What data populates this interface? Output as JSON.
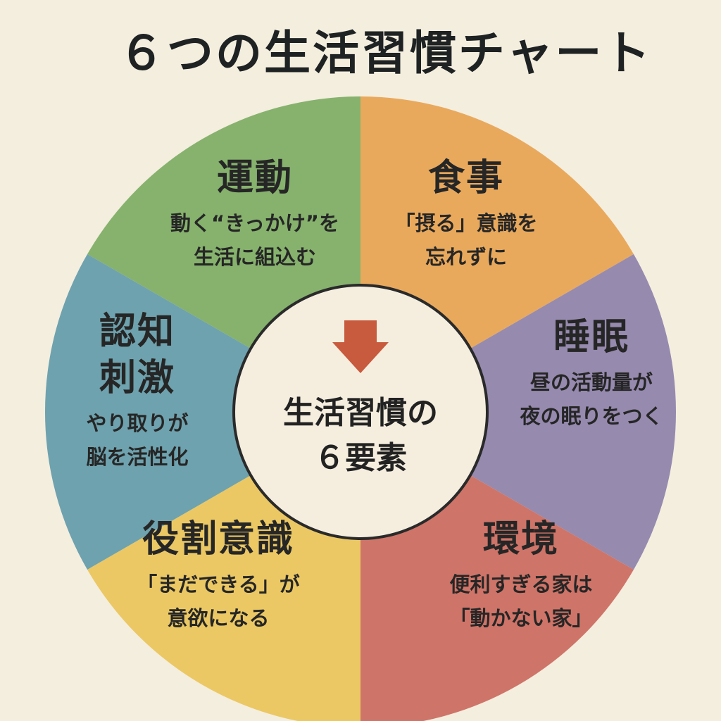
{
  "title": "６つの生活習慣チャート",
  "center": {
    "line1": "生活習慣の",
    "line2": "６要素"
  },
  "segments": [
    {
      "title": "運動",
      "desc1": "動く“きっかけ”を",
      "desc2": "生活に組込む",
      "color": "#86b26d"
    },
    {
      "title": "食事",
      "desc1": "「摂る」意識を",
      "desc2": "忘れずに",
      "color": "#e9a95c"
    },
    {
      "title": "睡眠",
      "desc1": "昼の活動量が",
      "desc2": "夜の眠りをつく",
      "color": "#968aaf"
    },
    {
      "title": "環境",
      "desc1": "便利すぎる家は",
      "desc2": "「動かない家」",
      "color": "#cf7468"
    },
    {
      "title": "役割意識",
      "desc1": "「まだできる」が",
      "desc2": "意欲になる",
      "color": "#ebc864"
    },
    {
      "title1": "認知",
      "title2": "刺激",
      "desc1": "やり取りが",
      "desc2": "脳を活性化",
      "color": "#6ea2ae"
    }
  ],
  "colors": {
    "background": "#f4eedf",
    "center_fill": "#f5eedf",
    "center_stroke": "#2a2a2a",
    "arrow": "#c85a3e"
  },
  "icons": {
    "arrow": "down-arrow-icon"
  }
}
